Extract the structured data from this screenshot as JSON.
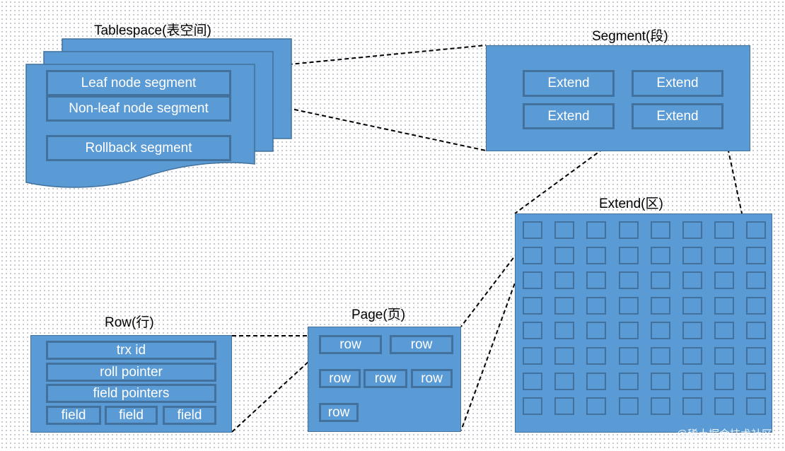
{
  "tablespace": {
    "title": "Tablespace(表空间)",
    "segments": [
      "Leaf node segment",
      "Non-leaf node segment",
      "Rollback segment"
    ]
  },
  "segment": {
    "title": "Segment(段)",
    "extents": [
      "Extend",
      "Extend",
      "Extend",
      "Extend"
    ]
  },
  "extent": {
    "title": "Extend(区)",
    "grid": {
      "rows": 8,
      "cols": 8
    }
  },
  "page": {
    "title": "Page(页)",
    "rows": [
      "row",
      "row",
      "row",
      "row",
      "row",
      "row"
    ]
  },
  "row": {
    "title": "Row(行)",
    "fields": [
      "trx id",
      "roll pointer",
      "field pointers",
      "field",
      "field",
      "field"
    ]
  },
  "colors": {
    "fill": "#5b9bd5",
    "border": "#41719c",
    "text": "#ffffff"
  },
  "watermark": "@稀土掘金技术社区"
}
